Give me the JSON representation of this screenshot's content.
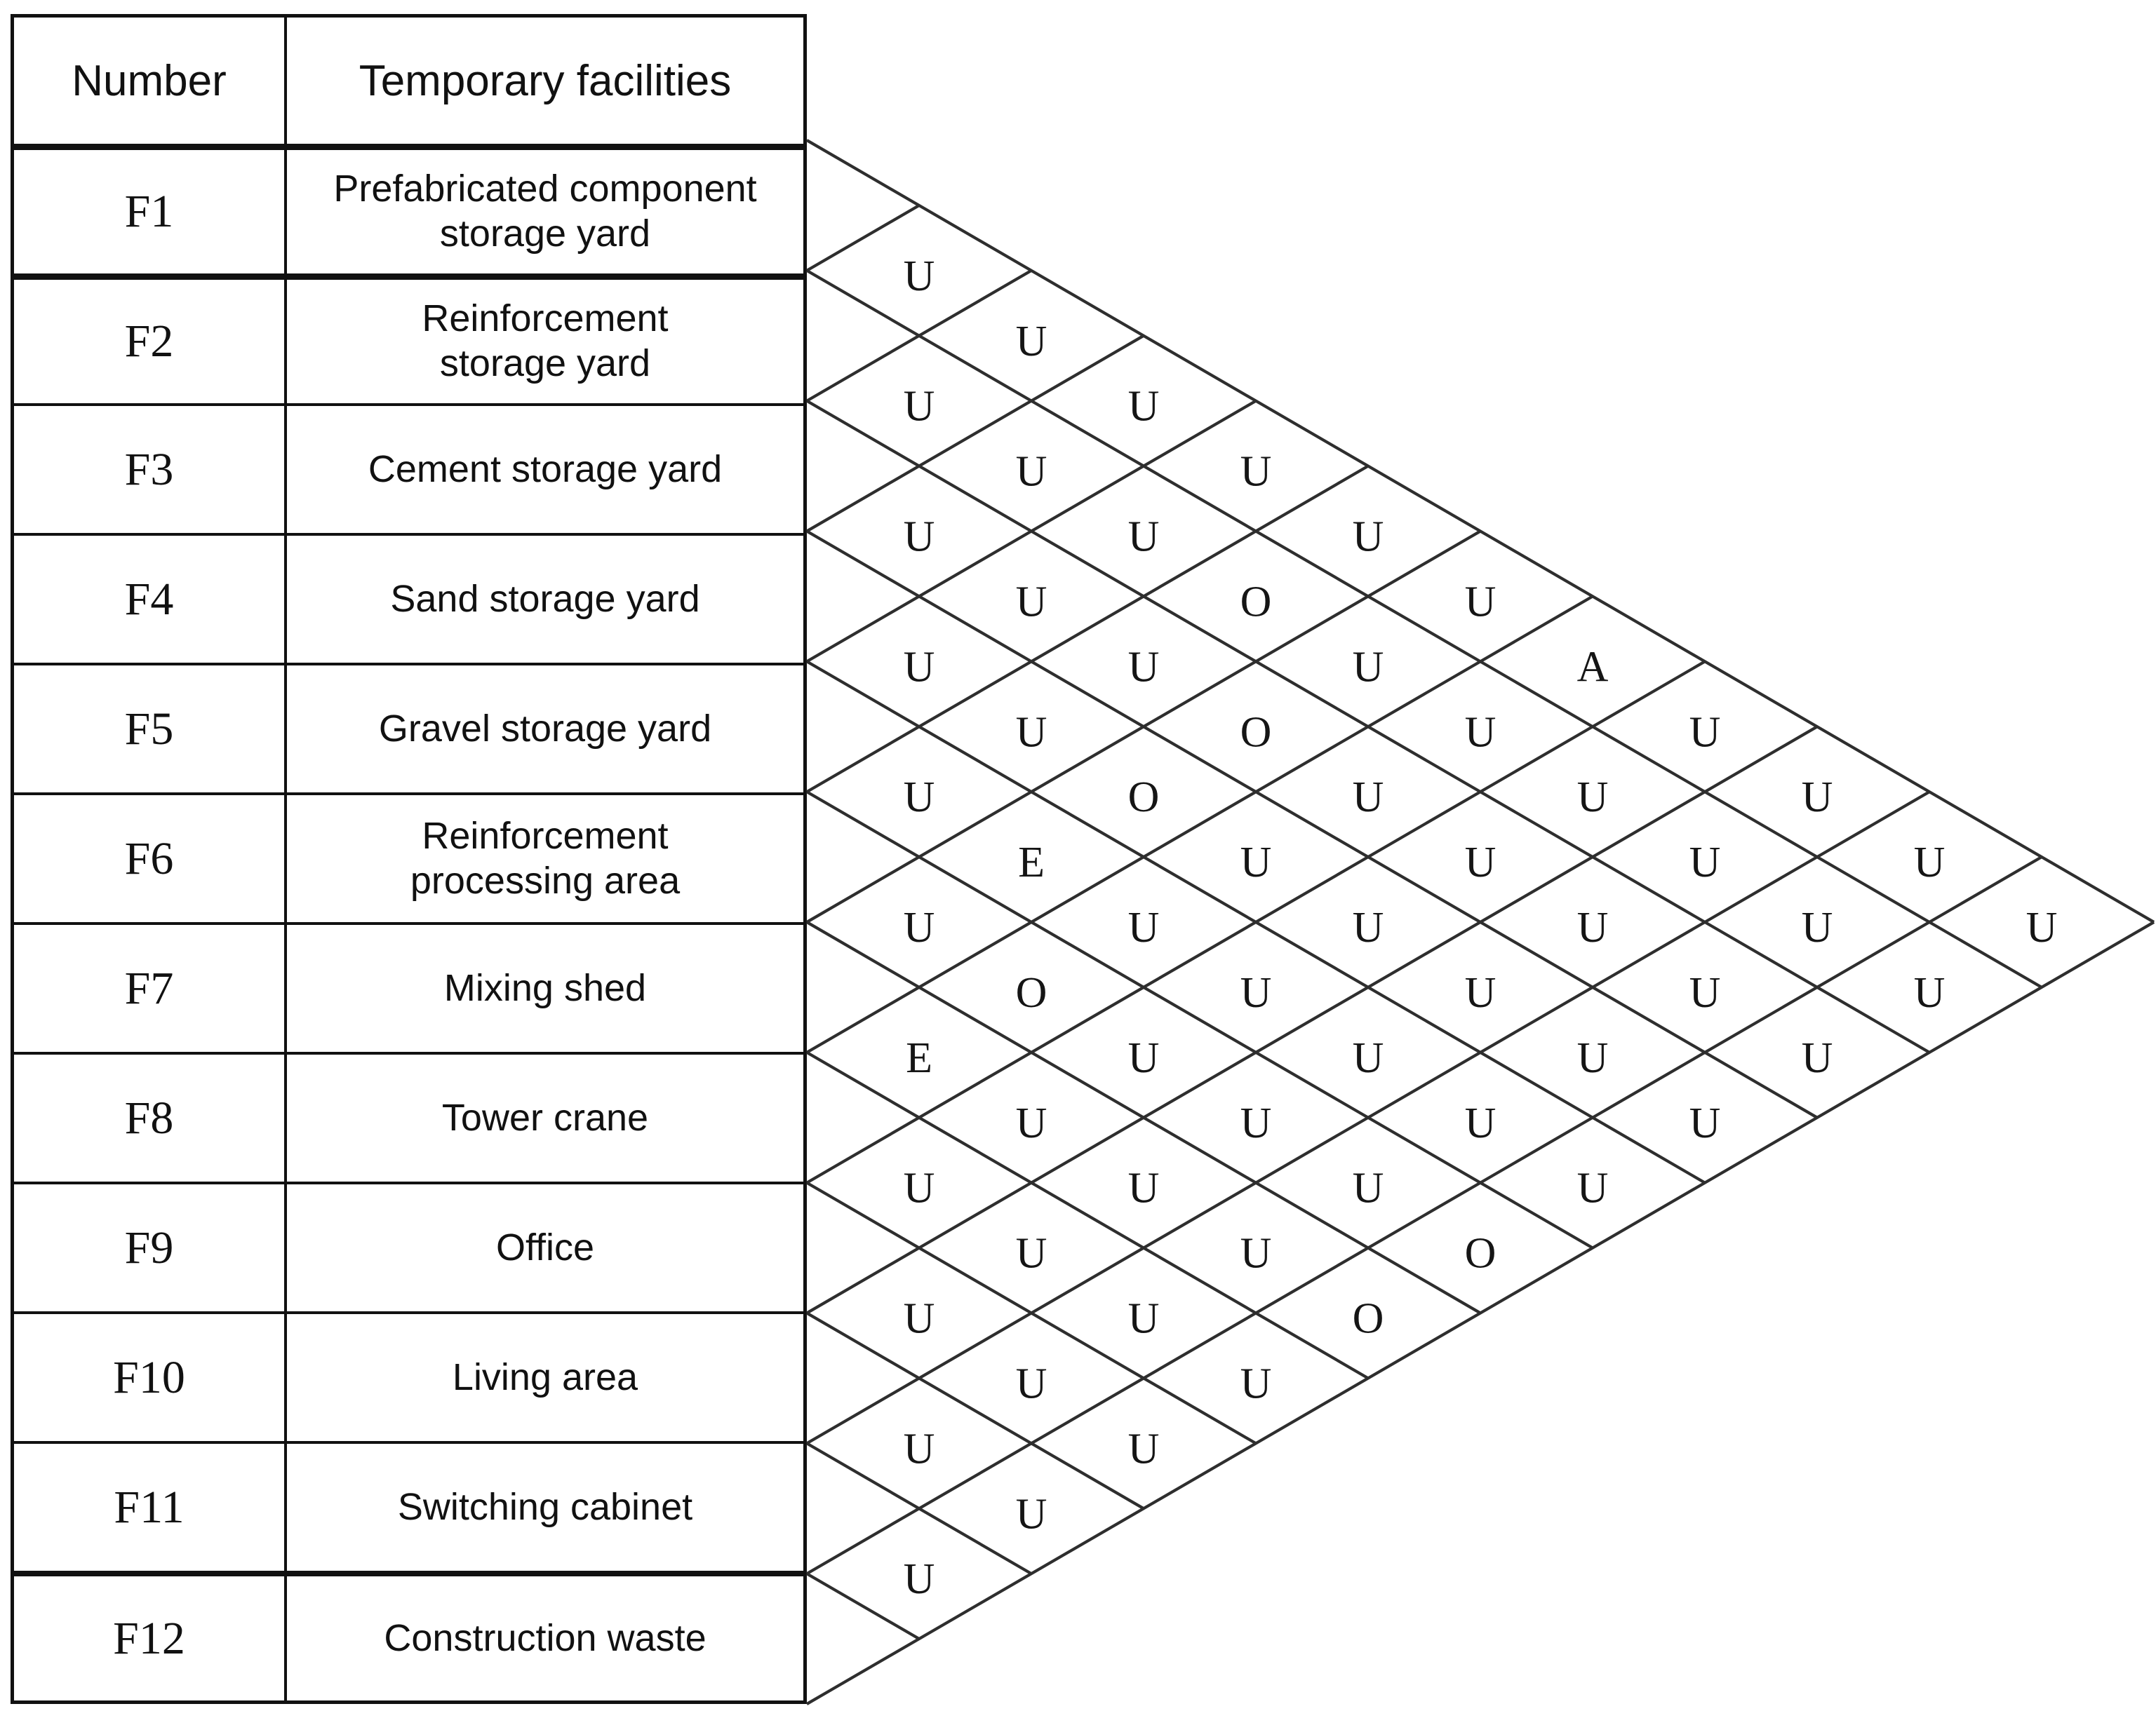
{
  "table": {
    "headers": {
      "number": "Number",
      "facility": "Temporary facilities"
    },
    "rows": [
      {
        "number": "F1",
        "facility": "Prefabricated component\nstorage yard"
      },
      {
        "number": "F2",
        "facility": "Reinforcement\nstorage yard"
      },
      {
        "number": "F3",
        "facility": "Cement storage yard"
      },
      {
        "number": "F4",
        "facility": "Sand storage yard"
      },
      {
        "number": "F5",
        "facility": "Gravel storage yard"
      },
      {
        "number": "F6",
        "facility": "Reinforcement\nprocessing area"
      },
      {
        "number": "F7",
        "facility": "Mixing shed"
      },
      {
        "number": "F8",
        "facility": "Tower crane"
      },
      {
        "number": "F9",
        "facility": "Office"
      },
      {
        "number": "F10",
        "facility": "Living area"
      },
      {
        "number": "F11",
        "facility": "Switching cabinet"
      },
      {
        "number": "F12",
        "facility": "Construction waste"
      }
    ]
  },
  "relationships": [
    {
      "from": "F1",
      "to": "F2",
      "value": "U"
    },
    {
      "from": "F1",
      "to": "F3",
      "value": "U"
    },
    {
      "from": "F1",
      "to": "F4",
      "value": "U"
    },
    {
      "from": "F1",
      "to": "F5",
      "value": "U"
    },
    {
      "from": "F1",
      "to": "F6",
      "value": "U"
    },
    {
      "from": "F1",
      "to": "F7",
      "value": "U"
    },
    {
      "from": "F1",
      "to": "F8",
      "value": "A"
    },
    {
      "from": "F1",
      "to": "F9",
      "value": "U"
    },
    {
      "from": "F1",
      "to": "F10",
      "value": "U"
    },
    {
      "from": "F1",
      "to": "F11",
      "value": "U"
    },
    {
      "from": "F1",
      "to": "F12",
      "value": "U"
    },
    {
      "from": "F2",
      "to": "F3",
      "value": "U"
    },
    {
      "from": "F2",
      "to": "F4",
      "value": "U"
    },
    {
      "from": "F2",
      "to": "F5",
      "value": "U"
    },
    {
      "from": "F2",
      "to": "F6",
      "value": "O"
    },
    {
      "from": "F2",
      "to": "F7",
      "value": "U"
    },
    {
      "from": "F2",
      "to": "F8",
      "value": "U"
    },
    {
      "from": "F2",
      "to": "F9",
      "value": "U"
    },
    {
      "from": "F2",
      "to": "F10",
      "value": "U"
    },
    {
      "from": "F2",
      "to": "F11",
      "value": "U"
    },
    {
      "from": "F2",
      "to": "F12",
      "value": "U"
    },
    {
      "from": "F3",
      "to": "F4",
      "value": "U"
    },
    {
      "from": "F3",
      "to": "F5",
      "value": "U"
    },
    {
      "from": "F3",
      "to": "F6",
      "value": "U"
    },
    {
      "from": "F3",
      "to": "F7",
      "value": "O"
    },
    {
      "from": "F3",
      "to": "F8",
      "value": "U"
    },
    {
      "from": "F3",
      "to": "F9",
      "value": "U"
    },
    {
      "from": "F3",
      "to": "F10",
      "value": "U"
    },
    {
      "from": "F3",
      "to": "F11",
      "value": "U"
    },
    {
      "from": "F3",
      "to": "F12",
      "value": "U"
    },
    {
      "from": "F4",
      "to": "F5",
      "value": "U"
    },
    {
      "from": "F4",
      "to": "F6",
      "value": "U"
    },
    {
      "from": "F4",
      "to": "F7",
      "value": "O"
    },
    {
      "from": "F4",
      "to": "F8",
      "value": "U"
    },
    {
      "from": "F4",
      "to": "F9",
      "value": "U"
    },
    {
      "from": "F4",
      "to": "F10",
      "value": "U"
    },
    {
      "from": "F4",
      "to": "F11",
      "value": "U"
    },
    {
      "from": "F4",
      "to": "F12",
      "value": "U"
    },
    {
      "from": "F5",
      "to": "F6",
      "value": "U"
    },
    {
      "from": "F5",
      "to": "F7",
      "value": "E"
    },
    {
      "from": "F5",
      "to": "F8",
      "value": "U"
    },
    {
      "from": "F5",
      "to": "F9",
      "value": "U"
    },
    {
      "from": "F5",
      "to": "F10",
      "value": "U"
    },
    {
      "from": "F5",
      "to": "F11",
      "value": "U"
    },
    {
      "from": "F5",
      "to": "F12",
      "value": "U"
    },
    {
      "from": "F6",
      "to": "F7",
      "value": "U"
    },
    {
      "from": "F6",
      "to": "F8",
      "value": "O"
    },
    {
      "from": "F6",
      "to": "F9",
      "value": "U"
    },
    {
      "from": "F6",
      "to": "F10",
      "value": "U"
    },
    {
      "from": "F6",
      "to": "F11",
      "value": "U"
    },
    {
      "from": "F6",
      "to": "F12",
      "value": "O"
    },
    {
      "from": "F7",
      "to": "F8",
      "value": "E"
    },
    {
      "from": "F7",
      "to": "F9",
      "value": "U"
    },
    {
      "from": "F7",
      "to": "F10",
      "value": "U"
    },
    {
      "from": "F7",
      "to": "F11",
      "value": "U"
    },
    {
      "from": "F7",
      "to": "F12",
      "value": "O"
    },
    {
      "from": "F8",
      "to": "F9",
      "value": "U"
    },
    {
      "from": "F8",
      "to": "F10",
      "value": "U"
    },
    {
      "from": "F8",
      "to": "F11",
      "value": "U"
    },
    {
      "from": "F8",
      "to": "F12",
      "value": "U"
    },
    {
      "from": "F9",
      "to": "F10",
      "value": "U"
    },
    {
      "from": "F9",
      "to": "F11",
      "value": "U"
    },
    {
      "from": "F9",
      "to": "F12",
      "value": "U"
    },
    {
      "from": "F10",
      "to": "F11",
      "value": "U"
    },
    {
      "from": "F10",
      "to": "F12",
      "value": "U"
    },
    {
      "from": "F11",
      "to": "F12",
      "value": "U"
    }
  ]
}
